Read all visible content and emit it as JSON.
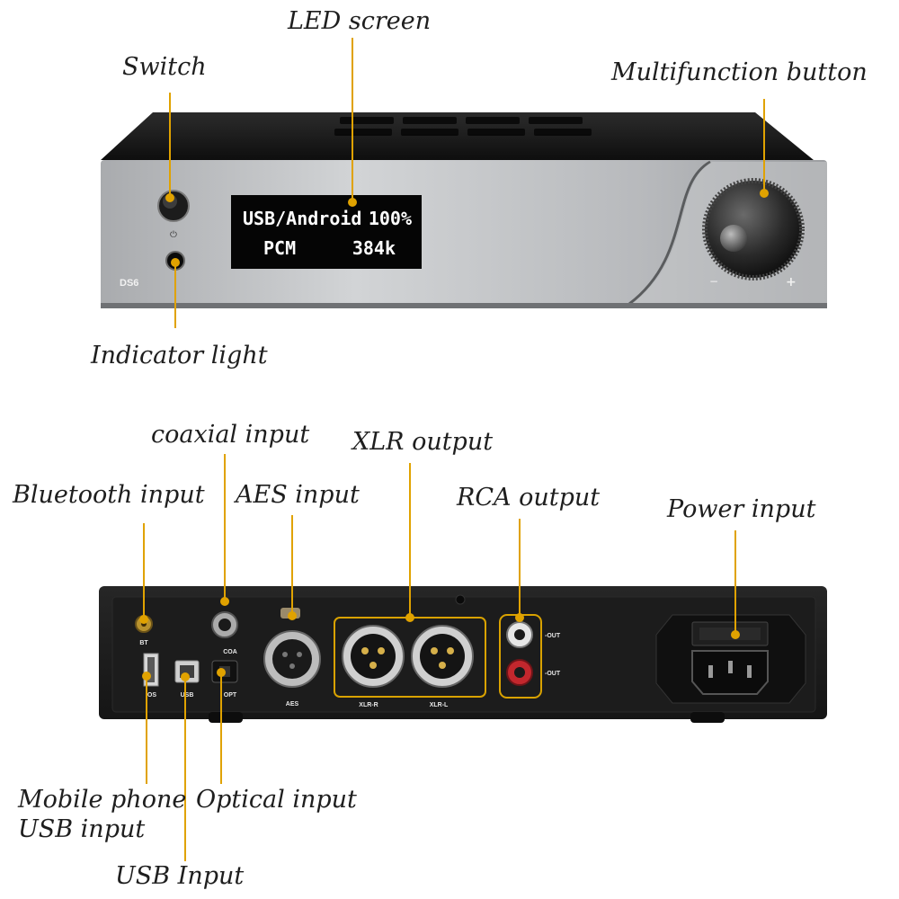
{
  "colors": {
    "leader": "#e0a200",
    "front_panel": "#b9bbbe",
    "chassis": "#1b1b1b",
    "highlight": "#d9a200"
  },
  "labels": {
    "led_screen": "LED screen",
    "switch": "Switch",
    "multifunction_button": "Multifunction button",
    "indicator_light": "Indicator light",
    "coaxial_input": "coaxial input",
    "xlr_output": "XLR output",
    "bluetooth_input": "Bluetooth input",
    "aes_input": "AES input",
    "rca_output": "RCA output",
    "power_input": "Power input",
    "mobile_phone_usb_input_line1": "Mobile phone",
    "mobile_phone_usb_input_line2": "USB input",
    "optical_input": "Optical input",
    "usb_input": "USB Input"
  },
  "front_panel": {
    "display_line1_left": "USB/Android",
    "display_line1_right": "100%",
    "display_line2_left": "PCM",
    "display_line2_right": "384k",
    "model": "DS6",
    "power_symbol": "⏻",
    "knob_minus": "−",
    "knob_plus": "+"
  },
  "rear_panel": {
    "bt": "BT",
    "ios": "IOS",
    "usb": "USB",
    "coa": "COA",
    "opt": "OPT",
    "aes": "AES",
    "xlr_r": "XLR-R",
    "xlr_l": "XLR-L",
    "out_r": "-OUT",
    "out_l": "-OUT"
  }
}
